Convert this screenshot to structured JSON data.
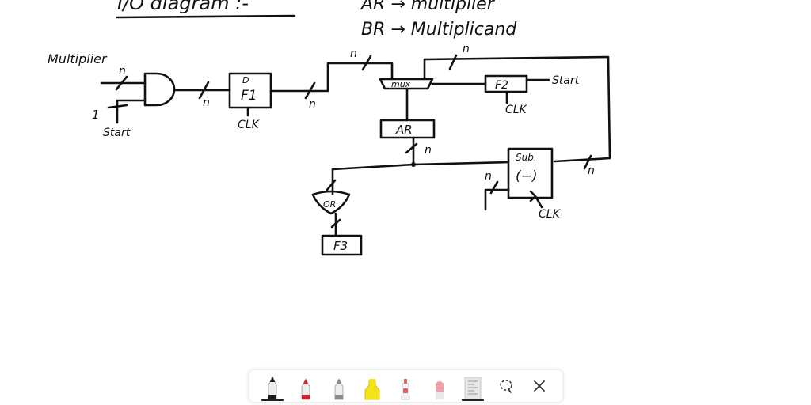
{
  "title": "I/O diagram :-",
  "notes": {
    "ar": "AR → multiplier",
    "br": "BR → Multiplicand"
  },
  "labels": {
    "multiplier": "Multiplier",
    "n": "n",
    "one": "1",
    "start": "Start",
    "clk": "CLK",
    "d": "D",
    "f1": "F1",
    "mux": "mux",
    "f2": "F2",
    "ar": "AR",
    "sub": "Sub.",
    "minus": "(−)",
    "or": "OR",
    "f3": "F3"
  },
  "toolbar": {
    "tools": [
      {
        "name": "pen-black",
        "icon": "pen-icon",
        "color": "#1a1a1a",
        "selected": true
      },
      {
        "name": "pen-red",
        "icon": "pen-icon",
        "color": "#d0202a"
      },
      {
        "name": "pen-gray",
        "icon": "pen-icon",
        "color": "#8a8a8a"
      },
      {
        "name": "highlighter-yellow",
        "icon": "highlighter-icon",
        "color": "#f5e31a"
      },
      {
        "name": "marker-red",
        "icon": "marker-icon",
        "color": "#e06060"
      },
      {
        "name": "eraser",
        "icon": "eraser-icon",
        "color": "#f0a0a8"
      },
      {
        "name": "ruler",
        "icon": "ruler-icon",
        "color": "#cfcfcf"
      },
      {
        "name": "lasso",
        "icon": "lasso-icon",
        "color": "#333333"
      },
      {
        "name": "close",
        "icon": "close-icon",
        "color": "#333333"
      }
    ]
  }
}
